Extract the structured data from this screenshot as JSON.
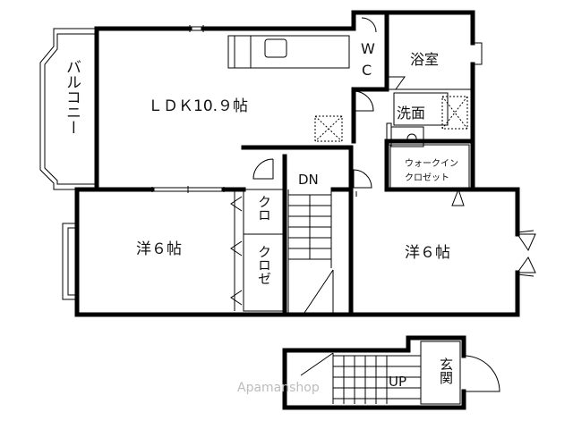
{
  "rooms": {
    "ldk": "ＬＤＫ10.９帖",
    "balcony": "バルコニー",
    "wc_w": "W",
    "wc_c": "C",
    "bath": "浴室",
    "wash": "洗面",
    "walkin_line1": "ウォークイン",
    "walkin_line2": "クロゼット",
    "dn": "DN",
    "closet_small": "クロ",
    "closet": "クロゼ",
    "western_left": "洋６帖",
    "western_right": "洋６帖",
    "up": "UP",
    "entrance": "玄関"
  },
  "watermark": "Apamanshop"
}
